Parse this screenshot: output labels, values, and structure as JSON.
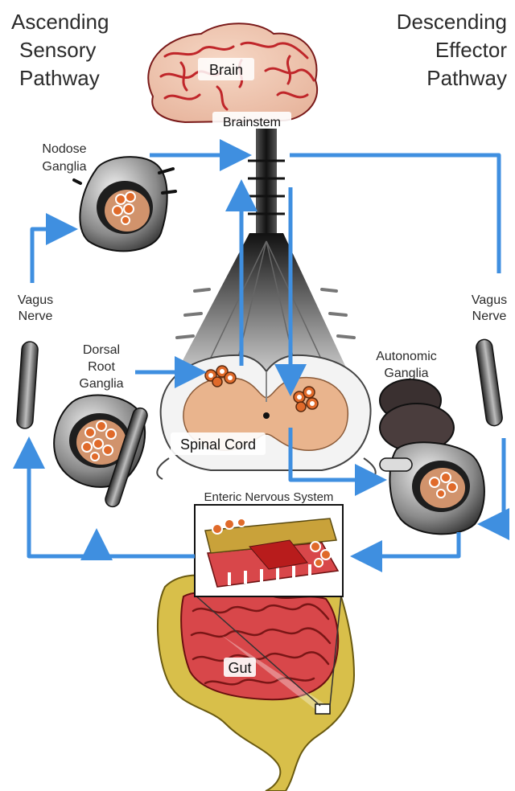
{
  "titles": {
    "ascending": [
      "Ascending",
      "Sensory",
      "Pathway"
    ],
    "descending": [
      "Descending",
      "Effector",
      "Pathway"
    ]
  },
  "labels": {
    "brain": "Brain",
    "brainstem": "Brainstem",
    "nodose": [
      "Nodose",
      "Ganglia"
    ],
    "vagus_left": [
      "Vagus",
      "Nerve"
    ],
    "vagus_right": [
      "Vagus",
      "Nerve"
    ],
    "drg": [
      "Dorsal",
      "Root",
      "Ganglia"
    ],
    "autonomic": [
      "Autonomic",
      "Ganglia"
    ],
    "spinal_cord": "Spinal Cord",
    "enteric": "Enteric Nervous System",
    "gut": "Gut"
  },
  "colors": {
    "arrow": "#3f8fe0",
    "brain": "#c0262a",
    "gray_matter": "#e9b48d",
    "gut": "#d8474a",
    "colon": "#d8bf4a",
    "ganglion_body": "#d1936c"
  }
}
